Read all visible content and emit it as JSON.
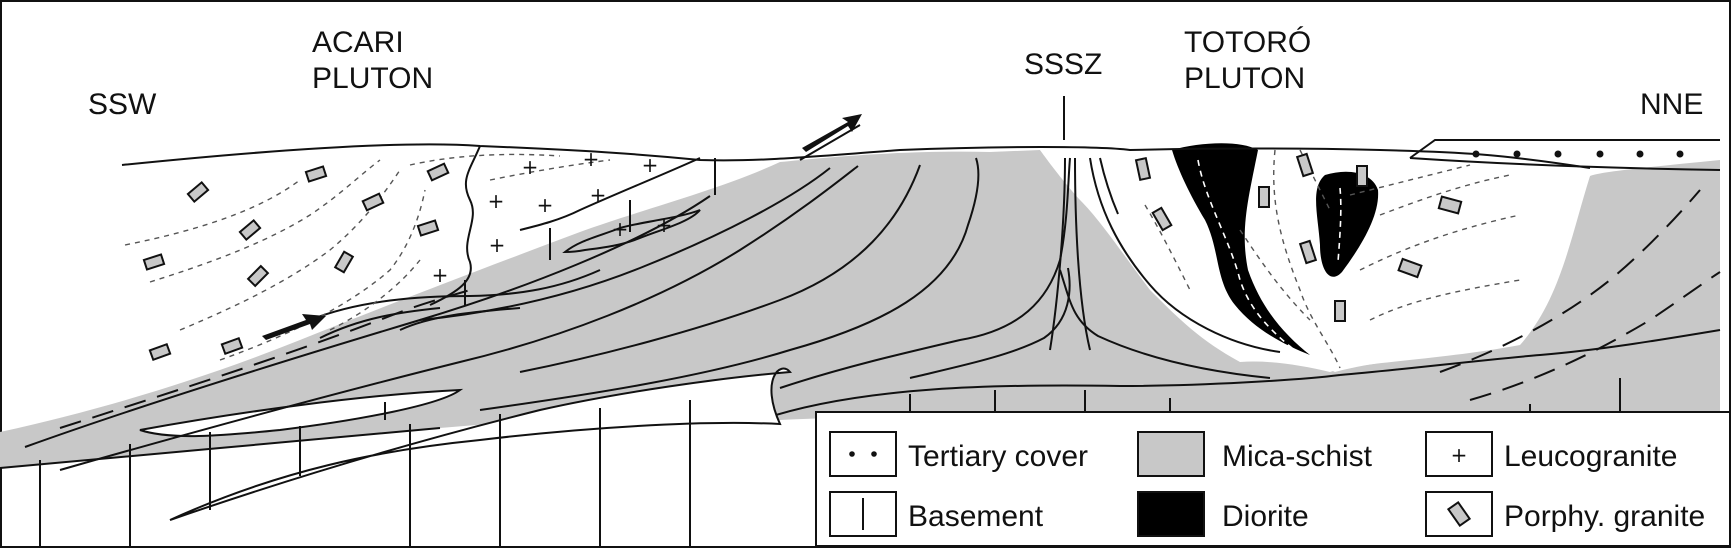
{
  "labels": {
    "ssw": "SSW",
    "acari": [
      "ACARI",
      "PLUTON"
    ],
    "sssz": "SSSZ",
    "totoro": [
      "TOTORÓ",
      "PLUTON"
    ],
    "nne": "NNE"
  },
  "legend": [
    {
      "key": "tertiary",
      "label": "Tertiary cover",
      "symbol": "dots"
    },
    {
      "key": "mica",
      "label": "Mica-schist",
      "symbol": "gray-fill"
    },
    {
      "key": "leuco",
      "label": "Leucogranite",
      "symbol": "plus"
    },
    {
      "key": "basement",
      "label": "Basement",
      "symbol": "vertical-line"
    },
    {
      "key": "diorite",
      "label": "Diorite",
      "symbol": "black-fill"
    },
    {
      "key": "porphy",
      "label": "Porphy. granite",
      "symbol": "tilted-rectangle"
    }
  ],
  "colors": {
    "mica_schist": "#c8c8c8",
    "diorite": "#000000",
    "line": "#111111",
    "background": "#ffffff"
  }
}
